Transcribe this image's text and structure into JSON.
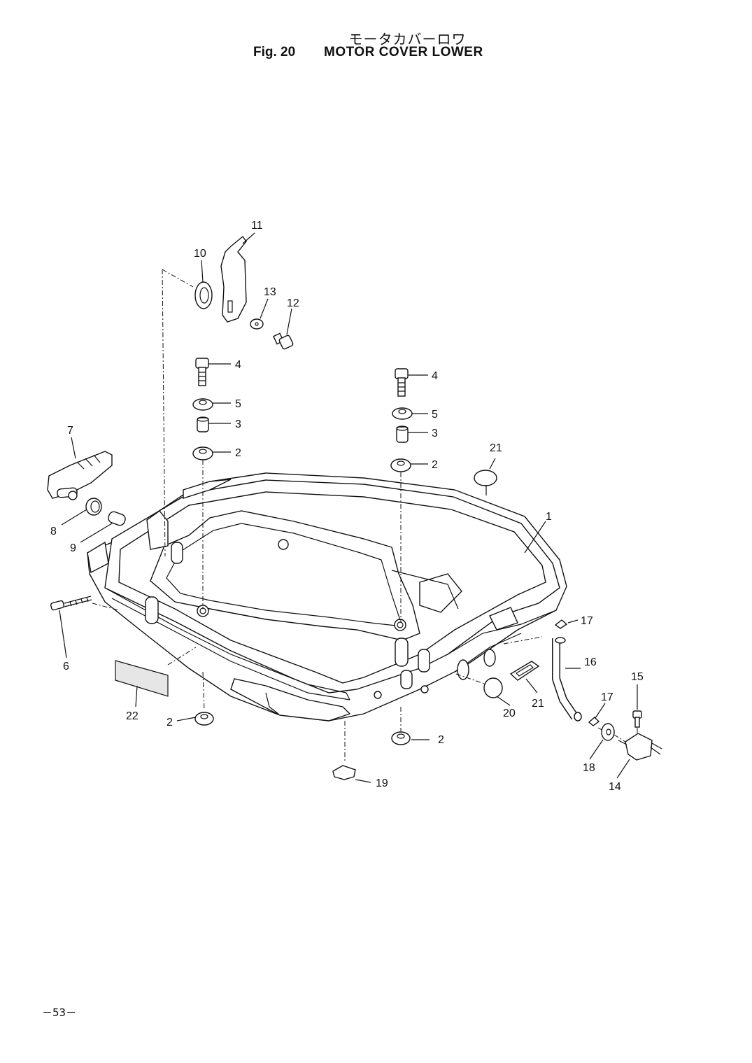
{
  "header": {
    "title_jp": "モータカバーロワ",
    "fig_number": "Fig. 20",
    "fig_title": "MOTOR COVER LOWER"
  },
  "footer": {
    "page_number": "－53－"
  },
  "callouts": [
    {
      "id": "c11",
      "label": "11"
    },
    {
      "id": "c10",
      "label": "10"
    },
    {
      "id": "c13",
      "label": "13"
    },
    {
      "id": "c12",
      "label": "12"
    },
    {
      "id": "c4a",
      "label": "4"
    },
    {
      "id": "c5a",
      "label": "5"
    },
    {
      "id": "c3a",
      "label": "3"
    },
    {
      "id": "c2a",
      "label": "2"
    },
    {
      "id": "c4b",
      "label": "4"
    },
    {
      "id": "c5b",
      "label": "5"
    },
    {
      "id": "c3b",
      "label": "3"
    },
    {
      "id": "c2b",
      "label": "2"
    },
    {
      "id": "c7",
      "label": "7"
    },
    {
      "id": "c8",
      "label": "8"
    },
    {
      "id": "c9",
      "label": "9"
    },
    {
      "id": "c21a",
      "label": "21"
    },
    {
      "id": "c1",
      "label": "1"
    },
    {
      "id": "c17a",
      "label": "17"
    },
    {
      "id": "c16",
      "label": "16"
    },
    {
      "id": "c15",
      "label": "15"
    },
    {
      "id": "c6",
      "label": "6"
    },
    {
      "id": "c22",
      "label": "22"
    },
    {
      "id": "c2c",
      "label": "2"
    },
    {
      "id": "c20",
      "label": "20"
    },
    {
      "id": "c21b",
      "label": "21"
    },
    {
      "id": "c17b",
      "label": "17"
    },
    {
      "id": "c2d",
      "label": "2"
    },
    {
      "id": "c18",
      "label": "18"
    },
    {
      "id": "c19",
      "label": "19"
    },
    {
      "id": "c14",
      "label": "14"
    }
  ]
}
